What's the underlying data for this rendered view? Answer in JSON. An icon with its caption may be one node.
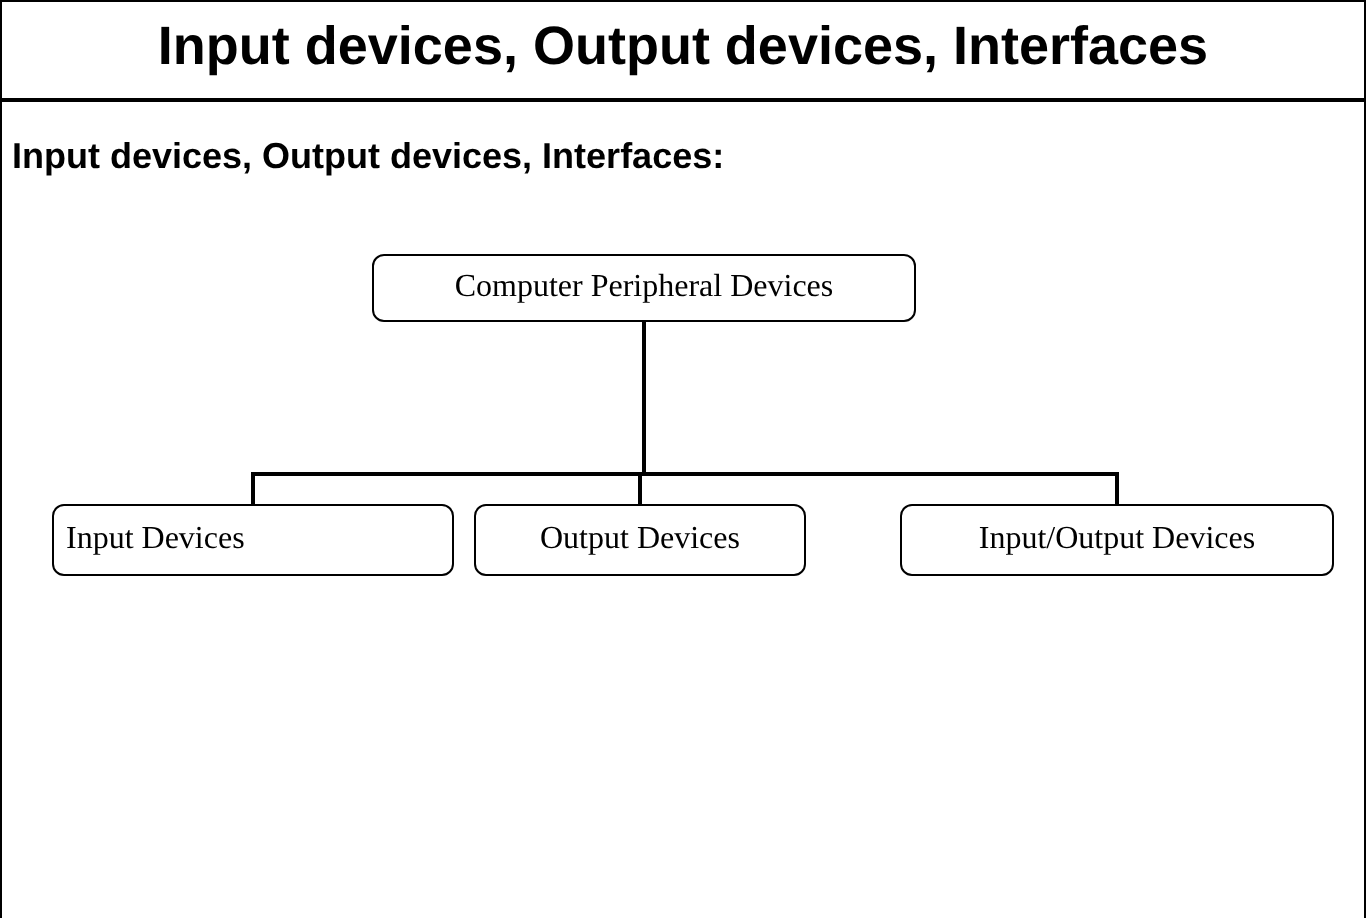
{
  "diagram": {
    "title": "Input devices, Output devices, Interfaces",
    "nodes": [
      {
        "text": [
          "Computer Peripheral Devices"
        ]
      },
      {
        "text": [
          "Input Devices"
        ]
      },
      {
        "text": [
          "Output Devices"
        ]
      },
      {
        "text": [
          "Input/Output Devices"
        ]
      }
    ],
    "edges": [
      {
        "from": 0,
        "to": 1,
        "arrow": "none"
      },
      {
        "from": 0,
        "to": 2,
        "arrow": "none"
      },
      {
        "from": 0,
        "to": 3,
        "arrow": "none"
      }
    ],
    "labels": [
      "Input devices, Output devices, Interfaces:"
    ]
  }
}
